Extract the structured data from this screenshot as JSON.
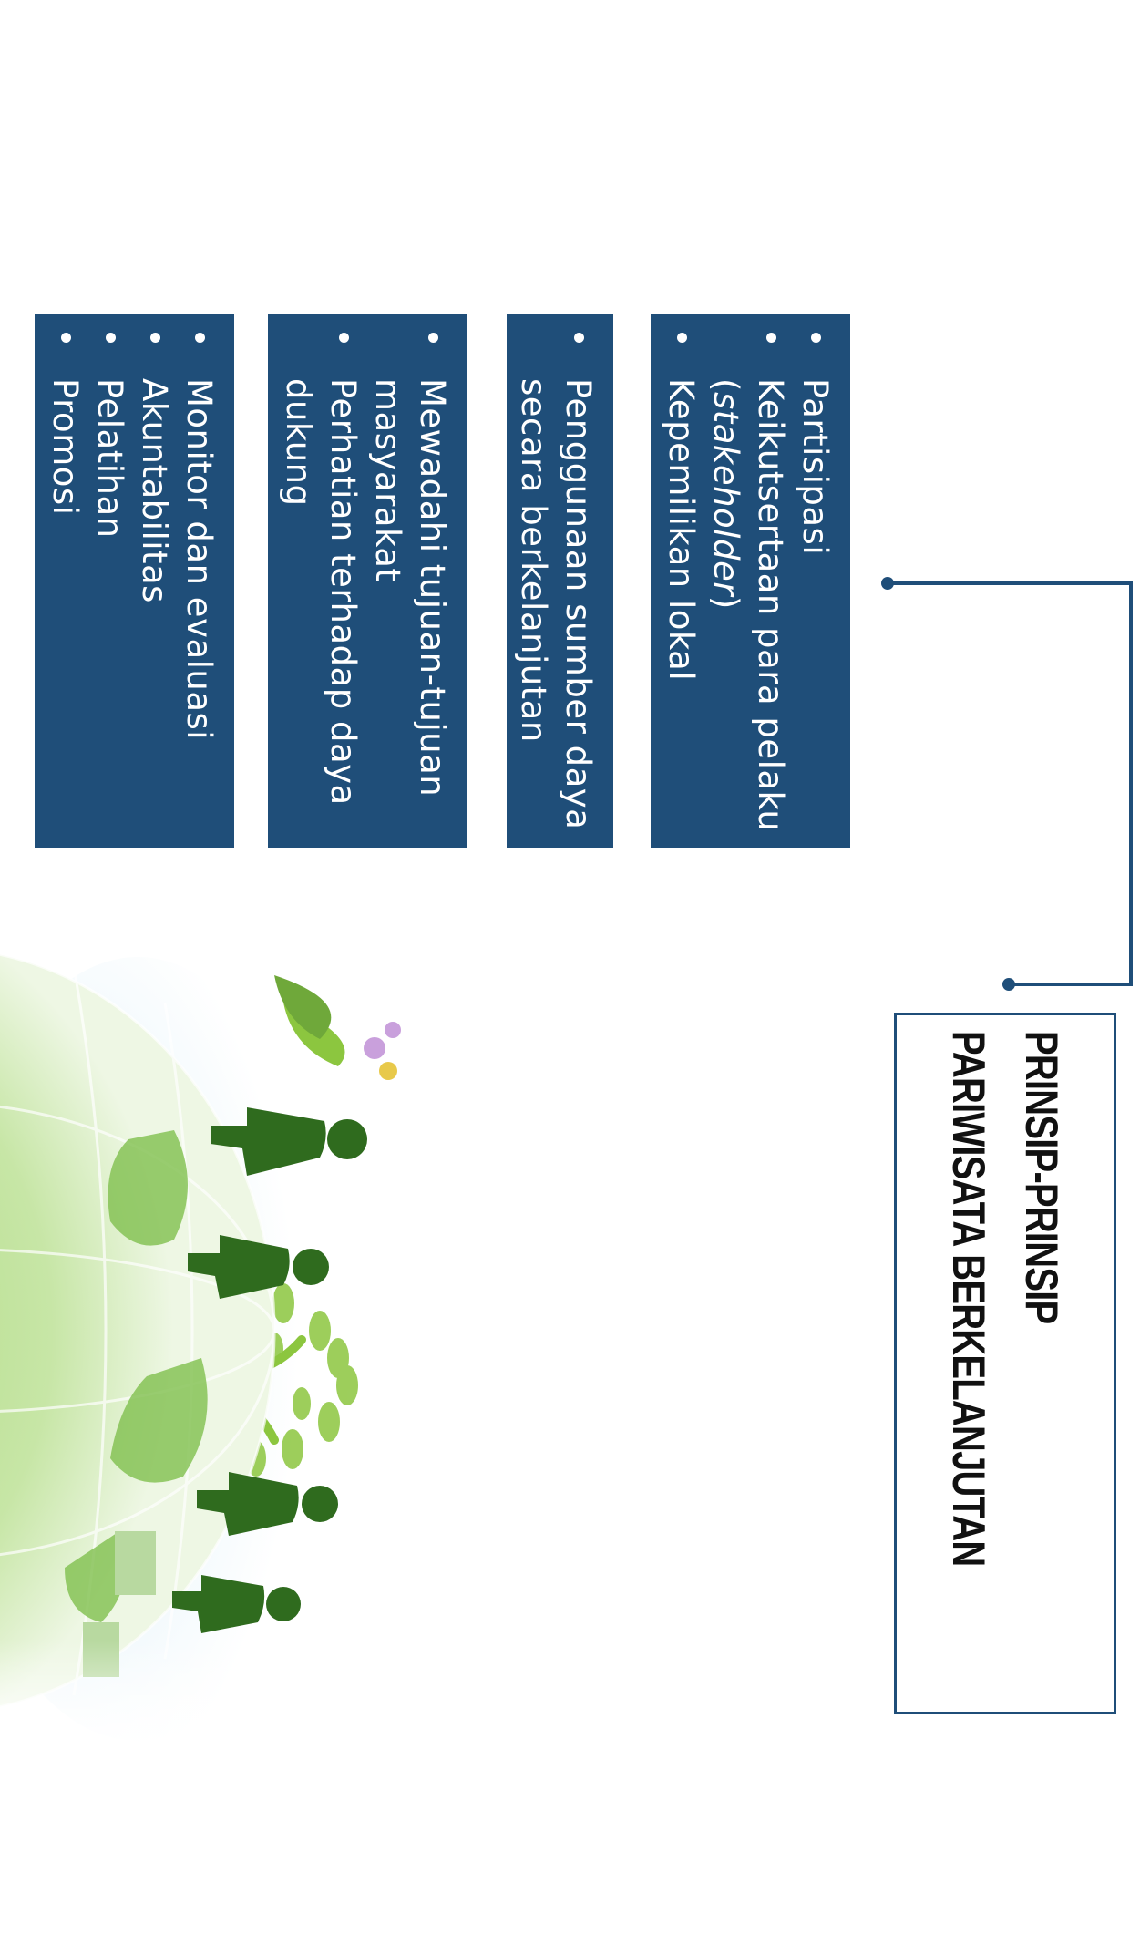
{
  "title": {
    "line1": "PRINSIP-PRINSIP",
    "line2": "PARIWISATA BERKELANJUTAN"
  },
  "groups": [
    {
      "items": [
        {
          "text": "Partisipasi"
        },
        {
          "text": "Keikutsertaan para pelaku (",
          "italic": "stakeholder",
          "after": ")"
        },
        {
          "text": "Kepemilikan lokal"
        }
      ]
    },
    {
      "items": [
        {
          "text": "Penggunaan sumber daya secara berkelanjutan"
        }
      ]
    },
    {
      "items": [
        {
          "text": "Mewadahi tujuan-tujuan masyarakat"
        },
        {
          "text": "Perhatian terhadap daya dukung"
        }
      ]
    },
    {
      "items": [
        {
          "text": "Monitor dan evaluasi"
        },
        {
          "text": "Akuntabilitas"
        },
        {
          "text": "Pelatihan"
        },
        {
          "text": "Promosi"
        }
      ]
    }
  ],
  "colors": {
    "box_fill": "#1f4e79",
    "box_text": "#ffffff",
    "connector": "#1f4e79",
    "title_border": "#1f4e79"
  },
  "icons": {
    "connector": "elbow-connector-with-dot-ends",
    "illustration": "green-earth-globe-with-trees-and-people-silhouettes"
  }
}
